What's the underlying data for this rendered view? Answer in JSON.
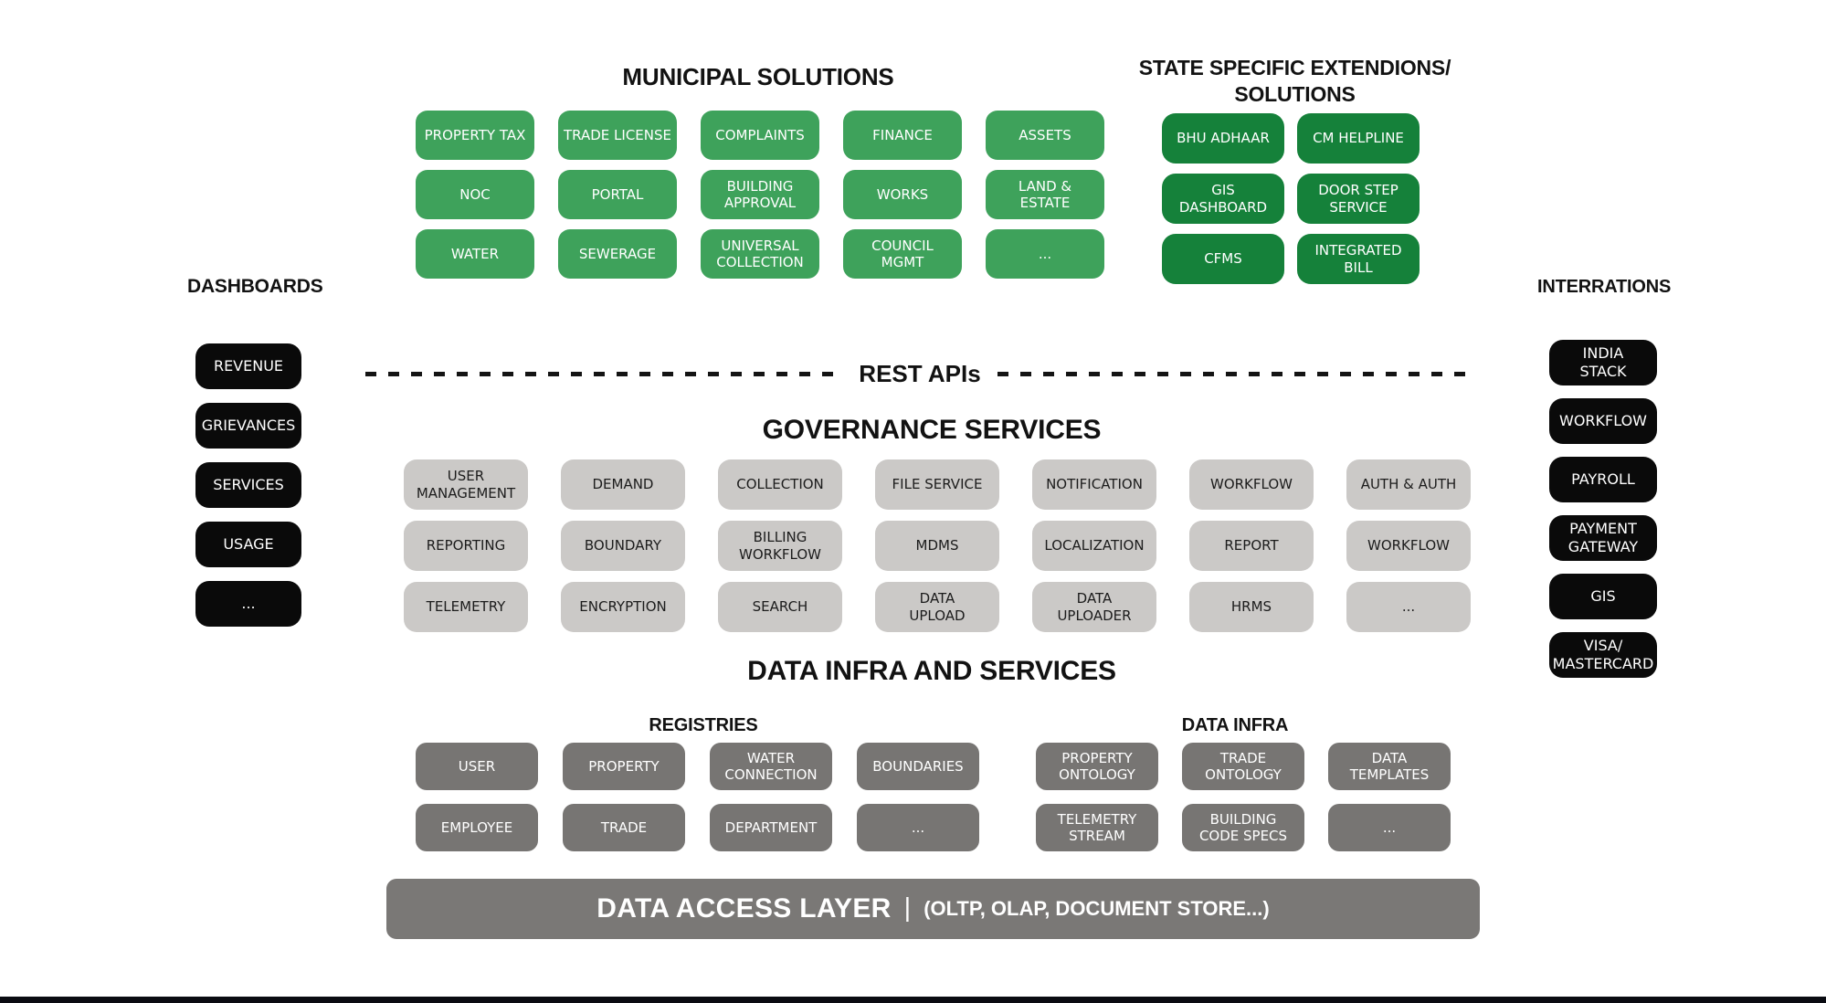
{
  "colors": {
    "municipal_green": "#3EA25B",
    "state_green": "#15813A",
    "service_gray": "#CBC9C7",
    "infra_gray": "#777573",
    "pill_black": "#0A0A0A",
    "footer_bar": "#0A0B12"
  },
  "sections": {
    "municipal": {
      "title": "MUNICIPAL SOLUTIONS",
      "items": [
        "PROPERTY TAX",
        "TRADE LICENSE",
        "COMPLAINTS",
        "FINANCE",
        "ASSETS",
        "NOC",
        "PORTAL",
        "BUILDING\nAPPROVAL",
        "WORKS",
        "LAND &\nESTATE",
        "WATER",
        "SEWERAGE",
        "UNIVERSAL\nCOLLECTION",
        "COUNCIL\nMGMT",
        "..."
      ]
    },
    "state_specific": {
      "title": "STATE SPECIFIC EXTENDIONS/\nSOLUTIONS",
      "items": [
        "BHU ADHAAR",
        "CM HELPLINE",
        "GIS\nDASHBOARD",
        "DOOR STEP\nSERVICE",
        "CFMS",
        "INTEGRATED\nBILL"
      ]
    },
    "dashboards": {
      "title": "DASHBOARDS",
      "items": [
        "REVENUE",
        "GRIEVANCES",
        "SERVICES",
        "USAGE",
        "..."
      ]
    },
    "integrations": {
      "title": "INTERRATIONS",
      "items": [
        "INDIA\nSTACK",
        "WORKFLOW",
        "PAYROLL",
        "PAYMENT\nGATEWAY",
        "GIS",
        "VISA/\nMASTERCARD"
      ]
    },
    "rest_apis": {
      "label": "REST APIs"
    },
    "governance": {
      "title": "GOVERNANCE SERVICES",
      "items": [
        "USER\nMANAGEMENT",
        "DEMAND",
        "COLLECTION",
        "FILE SERVICE",
        "NOTIFICATION",
        "WORKFLOW",
        "AUTH & AUTH",
        "REPORTING",
        "BOUNDARY",
        "BILLING\nWORKFLOW",
        "MDMS",
        "LOCALIZATION",
        "REPORT",
        "WORKFLOW",
        "TELEMETRY",
        "ENCRYPTION",
        "SEARCH",
        "DATA\nUPLOAD",
        "DATA\nUPLOADER",
        "HRMS",
        "..."
      ]
    },
    "data_infra_and_services": {
      "title": "DATA INFRA AND SERVICES",
      "registries": {
        "title": "REGISTRIES",
        "items": [
          "USER",
          "PROPERTY",
          "WATER\nCONNECTION",
          "BOUNDARIES",
          "EMPLOYEE",
          "TRADE",
          "DEPARTMENT",
          "..."
        ]
      },
      "data_infra": {
        "title": "DATA INFRA",
        "items": [
          "PROPERTY\nONTOLOGY",
          "TRADE\nONTOLOGY",
          "DATA\nTEMPLATES",
          "TELEMETRY\nSTREAM",
          "BUILDING\nCODE SPECS",
          "..."
        ]
      }
    },
    "data_access_layer": {
      "title": "DATA ACCESS LAYER",
      "divider": "|",
      "subtitle": "(OLTP, OLAP, DOCUMENT STORE...)"
    }
  }
}
